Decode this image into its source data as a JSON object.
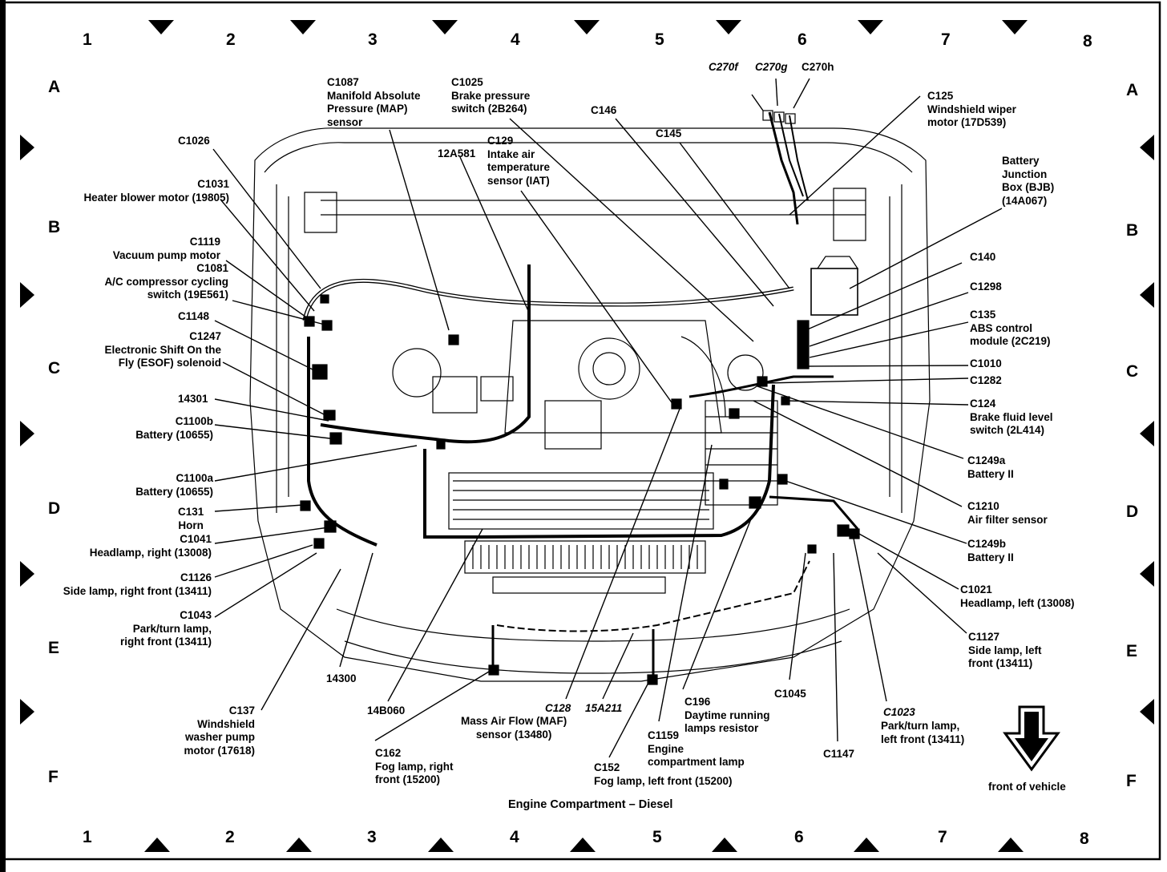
{
  "grid": {
    "columns": [
      "1",
      "2",
      "3",
      "4",
      "5",
      "6",
      "7",
      "8"
    ],
    "rows": [
      "A",
      "B",
      "C",
      "D",
      "E",
      "F"
    ]
  },
  "title": "Engine Compartment – Diesel",
  "front_label": "front of vehicle",
  "labels": {
    "c270f": "C270f",
    "c270g": "C270g",
    "c270h": "C270h",
    "c1087": "C1087\nManifold Absolute\nPressure (MAP)\nsensor",
    "c1025": "C1025\nBrake pressure\nswitch (2B264)",
    "c125": "C125\nWindshield wiper\nmotor (17D539)",
    "c146": "C146",
    "c145": "C145",
    "c129": "C129\nIntake air\ntemperature\nsensor (IAT)",
    "p12a581": "12A581",
    "c1026": "C1026",
    "c1031": "C1031\nHeater blower motor (19805)",
    "bjb": "Battery\nJunction\nBox (BJB)\n(14A067)",
    "c1119": "C1119\nVacuum pump motor",
    "c1081": "C1081\nA/C compressor cycling\nswitch (19E561)",
    "c140": "C140",
    "c1298": "C1298",
    "c135": "C135\nABS control\nmodule (2C219)",
    "c1148": "C1148",
    "c1247": "C1247\nElectronic Shift On the\nFly (ESOF) solenoid",
    "c1010": "C1010",
    "c1282": "C1282",
    "p14301": "14301",
    "c124": "C124\nBrake fluid level\nswitch (2L414)",
    "c1100b": "C1100b\nBattery (10655)",
    "c1249a": "C1249a\nBattery II",
    "c1100a": "C1100a\nBattery (10655)",
    "c131": "C131\nHorn",
    "c1210": "C1210\nAir filter sensor",
    "c1041": "C1041\nHeadlamp, right (13008)",
    "c1249b": "C1249b\nBattery II",
    "c1126": "C1126\nSide lamp, right front (13411)",
    "c1021": "C1021\nHeadlamp, left (13008)",
    "c1043": "C1043\nPark/turn lamp,\nright front (13411)",
    "c1127": "C1127\nSide lamp, left\nfront (13411)",
    "p14300": "14300",
    "c137": "C137\nWindshield\nwasher pump\nmotor (17618)",
    "p14b060": "14B060",
    "c162": "C162\nFog lamp, right\nfront (15200)",
    "c128": "C128",
    "c128_desc": "Mass Air Flow (MAF)\nsensor (13480)",
    "p15a211": "15A211",
    "c196": "C196\nDaytime running\nlamps resistor",
    "c1159": "C1159\nEngine\ncompartment lamp",
    "c152": "C152\nFog lamp, left front (15200)",
    "c1045": "C1045",
    "c1023": "C1023",
    "c1023_desc": "Park/turn lamp,\nleft front (13411)",
    "c1147": "C1147"
  }
}
